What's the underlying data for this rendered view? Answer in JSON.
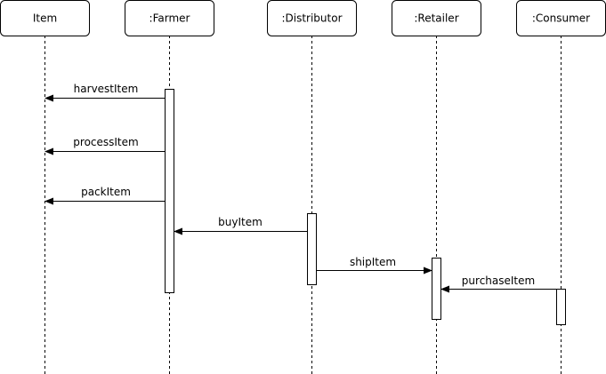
{
  "colors": {
    "stroke": "#000000",
    "background": "#ffffff"
  },
  "lifelines": [
    {
      "id": "item",
      "label": "Item"
    },
    {
      "id": "farmer",
      "label": ":Farmer"
    },
    {
      "id": "distributor",
      "label": ":Distributor"
    },
    {
      "id": "retailer",
      "label": ":Retailer"
    },
    {
      "id": "consumer",
      "label": ":Consumer"
    }
  ],
  "messages": [
    {
      "id": "harvest",
      "label": "harvestItem",
      "from": "farmer",
      "to": "item"
    },
    {
      "id": "process",
      "label": "processItem",
      "from": "farmer",
      "to": "item"
    },
    {
      "id": "pack",
      "label": "packItem",
      "from": "farmer",
      "to": "item"
    },
    {
      "id": "buy",
      "label": "buyItem",
      "from": "distributor",
      "to": "farmer"
    },
    {
      "id": "ship",
      "label": "shipItem",
      "from": "distributor",
      "to": "retailer"
    },
    {
      "id": "purchase",
      "label": "purchaseItem",
      "from": "consumer",
      "to": "retailer"
    }
  ]
}
